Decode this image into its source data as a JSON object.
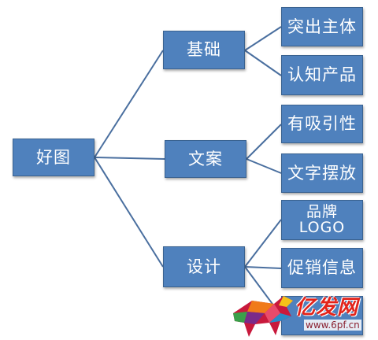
{
  "root": {
    "label": "好图"
  },
  "branches": [
    {
      "label": "基础",
      "leaves": [
        "突出主体",
        "认知产品"
      ]
    },
    {
      "label": "文案",
      "leaves": [
        "有吸引性",
        "文字摆放"
      ]
    },
    {
      "label": "设计",
      "leaves": [
        "品牌\nLOGO",
        "促销信息",
        ""
      ]
    }
  ],
  "watermark": {
    "brand": "亿发网",
    "url": "www.6pf.cn"
  },
  "colors": {
    "node_fill": "#4f81bd",
    "node_border": "#3a6290",
    "connector": "#4a6f9f",
    "brand_red": "#e2231a"
  }
}
